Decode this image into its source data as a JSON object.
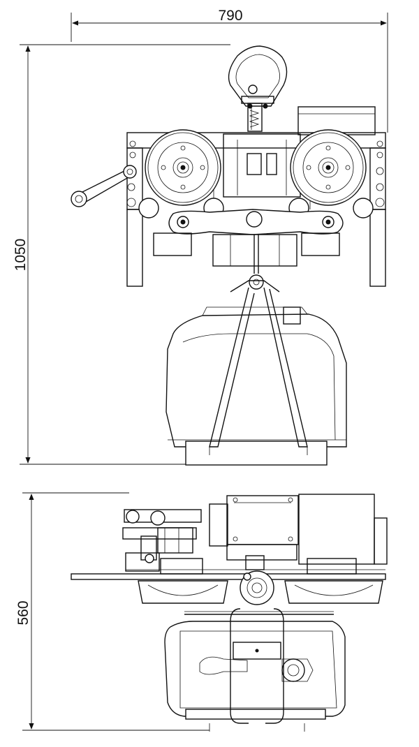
{
  "dimensions": {
    "front_width": "790",
    "front_height": "1050",
    "side_height": "560"
  },
  "colors": {
    "line": "#111111",
    "background": "#ffffff"
  }
}
